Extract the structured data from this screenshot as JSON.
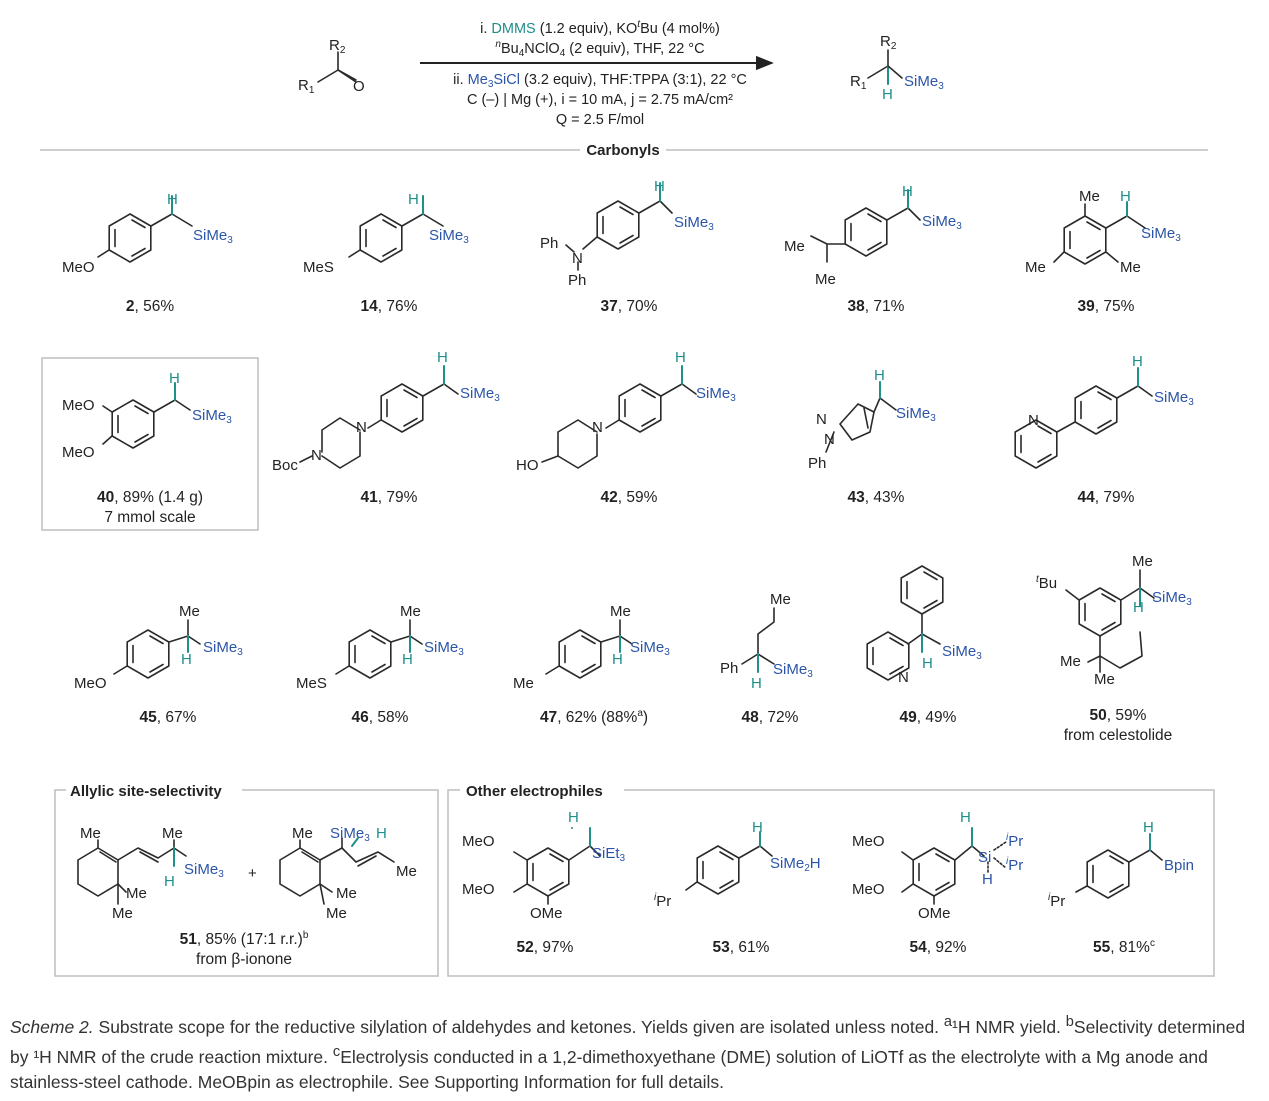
{
  "reaction": {
    "reactant": {
      "r1": "R",
      "r1_sub": "1",
      "r2": "R",
      "r2_sub": "2",
      "o": "O"
    },
    "product": {
      "r1": "R",
      "r1_sub": "1",
      "r2": "R",
      "r2_sub": "2",
      "h": "H",
      "si": "SiMe",
      "si_sub": "3"
    },
    "cond1": {
      "prefix": "i. ",
      "reagent": "DMMS",
      "rest": " (1.2 equiv), KO",
      "tbu": "t",
      "tbu2": "Bu (4 mol%)"
    },
    "cond2": {
      "n": "n",
      "rest": "Bu",
      "sub4": "4",
      "rest2": "NClO",
      "sub4b": "4",
      "rest3": " (2 equiv), THF, 22 °C"
    },
    "cond3": {
      "prefix": "ii. ",
      "reagent": "Me",
      "sub3": "3",
      "reagent2": "SiCl",
      "rest": " (3.2 equiv), THF:TPPA (3:1), 22 °C"
    },
    "cond4": "C (–) | Mg (+), i = 10 mA, j = 2.75 mA/cm²",
    "cond5": "Q = 2.5 F/mol"
  },
  "section_carbonyls": "Carbonyls",
  "section_allylic": "Allylic site-selectivity",
  "section_other": "Other electrophiles",
  "compounds": [
    {
      "id": "2",
      "yield": ", 56%"
    },
    {
      "id": "14",
      "yield": ", 76%"
    },
    {
      "id": "37",
      "yield": ", 70%"
    },
    {
      "id": "38",
      "yield": ", 71%"
    },
    {
      "id": "39",
      "yield": ", 75%"
    },
    {
      "id": "40",
      "yield": ", 89% (1.4 g)",
      "note": "7 mmol scale"
    },
    {
      "id": "41",
      "yield": ", 79%"
    },
    {
      "id": "42",
      "yield": ", 59%"
    },
    {
      "id": "43",
      "yield": ", 43%"
    },
    {
      "id": "44",
      "yield": ", 79%"
    },
    {
      "id": "45",
      "yield": ", 67%"
    },
    {
      "id": "46",
      "yield": ", 58%"
    },
    {
      "id": "47",
      "yield": ", 62% (88%",
      "sup": "a",
      "tail": ")"
    },
    {
      "id": "48",
      "yield": ", 72%"
    },
    {
      "id": "49",
      "yield": ", 49%"
    },
    {
      "id": "50",
      "yield": ", 59%",
      "note": "from celestolide"
    },
    {
      "id": "51",
      "yield": ", 85% (17:1 r.r.)",
      "sup": "b",
      "note": "from β-ionone"
    },
    {
      "id": "52",
      "yield": ", 97%"
    },
    {
      "id": "53",
      "yield": ", 61%"
    },
    {
      "id": "54",
      "yield": ", 92%"
    },
    {
      "id": "55",
      "yield": ", 81%",
      "sup": "c"
    }
  ],
  "labels": {
    "H": "H",
    "SiMe3": "SiMe",
    "sub3": "3",
    "MeO": "MeO",
    "MeS": "MeS",
    "Ph": "Ph",
    "N": "N",
    "Me": "Me",
    "Boc": "Boc",
    "HO": "HO",
    "tBu_t": "t",
    "tBu": "Bu",
    "SiEt3": "SiEt",
    "SiMe2H": "SiMe",
    "sub2": "2",
    "iPr_i": "i",
    "Pr": "Pr",
    "Si": "Si",
    "Bpin": "Bpin",
    "OMe": "OMe",
    "plus": "+",
    "SiMe3H": "SiMe"
  },
  "caption": {
    "title": "Scheme 2.",
    "text1": " Substrate scope for the reductive silylation of aldehydes and ketones. Yields given are isolated unless noted. ",
    "sup_a": "a",
    "text2": "¹H NMR yield. ",
    "sup_b": "b",
    "text3": "Selectivity determined by ¹H NMR of the crude reaction mixture. ",
    "sup_c": "c",
    "text4": "Electrolysis conducted in a 1,2-dimethoxyethane (DME) solution of LiOTf as the electrolyte with a Mg anode and stainless-steel cathode. MeOBpin as electrophile. See Supporting Information for full details."
  },
  "colors": {
    "teal": "#1f8f8a",
    "blue": "#2b55a8",
    "rule": "#bdbdbd"
  }
}
